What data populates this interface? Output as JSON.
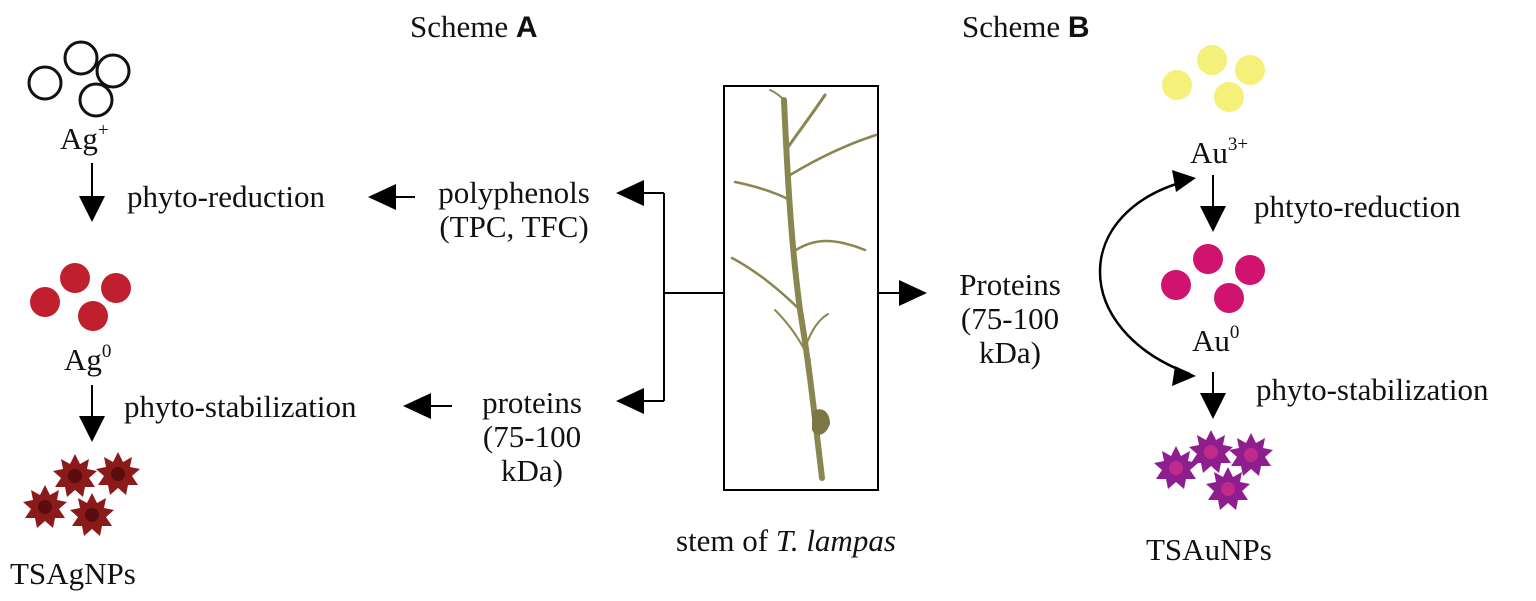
{
  "schemes": {
    "a": {
      "prefix": "Scheme",
      "letter": "A"
    },
    "b": {
      "prefix": "Scheme",
      "letter": "B"
    }
  },
  "left": {
    "ion": {
      "symbol": "Ag",
      "charge": "+"
    },
    "metal": {
      "symbol": "Ag",
      "charge": "0"
    },
    "product": "TSAgNPs",
    "step1": "phyto-reduction",
    "step2": "phyto-stabilization",
    "agent1": {
      "line1": "polyphenols",
      "line2": "(TPC, TFC)"
    },
    "agent2": {
      "line1": "proteins",
      "line2": "(75-100",
      "line3": "kDa)"
    }
  },
  "center": {
    "caption_prefix": "stem of ",
    "caption_italic": "T. lampas"
  },
  "right": {
    "agent": {
      "line1": "Proteins",
      "line2": "(75-100",
      "line3": "kDa)"
    },
    "ion": {
      "symbol": "Au",
      "charge": "3+"
    },
    "metal": {
      "symbol": "Au",
      "charge": "0"
    },
    "product": "TSAuNPs",
    "step1": "phtyto-reduction",
    "step2": "phyto-stabilization"
  },
  "colors": {
    "ag_ion": "#ffffff",
    "ag_metal": "#c0202e",
    "ag_np": "#8b1a1a",
    "au_ion": "#f4f07a",
    "au_metal": "#d0136f",
    "au_np": "#8e1e8e",
    "stem": "#8a8650"
  }
}
